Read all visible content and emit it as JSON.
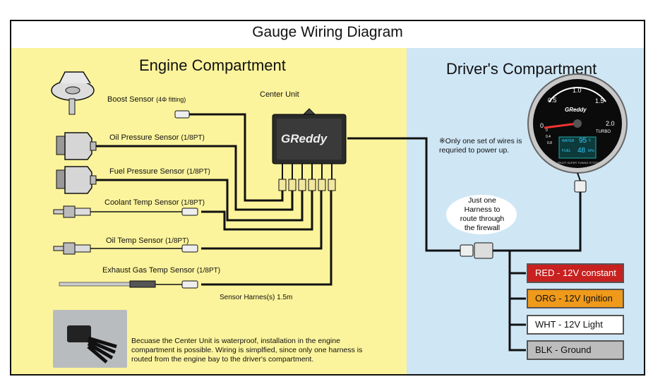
{
  "title": "Gauge Wiring Diagram",
  "engine": {
    "heading": "Engine Compartment",
    "center_unit": "Center Unit",
    "logo": "GReddy",
    "sensors": [
      {
        "name": "Boost Sensor",
        "spec": "(4Φ fitting)"
      },
      {
        "name": "Oil Pressure Sensor",
        "spec": "(1/8PT)"
      },
      {
        "name": "Fuel Pressure Sensor",
        "spec": "(1/8PT)"
      },
      {
        "name": "Coolant Temp Sensor",
        "spec": "(1/8PT)"
      },
      {
        "name": "Oil Temp Sensor",
        "spec": "(1/8PT)"
      },
      {
        "name": "Exhaust Gas Temp Sensor",
        "spec": "(1/8PT)"
      }
    ],
    "harness_label": "Sensor Harnes(s) 1.5m",
    "note": "Becuase the Center Unit is waterproof, installation in the engine compartment is possible.  Wiring is simplfied, since only one harness is routed from the engine bay to the driver's compartment."
  },
  "driver": {
    "heading": "Driver's Compartment",
    "gauge": {
      "ticks": [
        "0",
        "0.5",
        "1.0",
        "1.5",
        "2.0"
      ],
      "logo": "GReddy",
      "turbo": "TURBO",
      "readout1": "95",
      "readout1_unit": "c",
      "readout1_label": "WATER",
      "readout2": "48",
      "readout2_unit": "kPa",
      "readout2_label": "FUEL",
      "footer": "TRUST SUPER TUNING SYSTEMS",
      "left_ticks": [
        "0",
        "0.4",
        "0.8"
      ]
    },
    "wire_note": "※Only one set of wires is requried to power up.",
    "bubble": "Just one Harness to route through the firewall",
    "power": [
      {
        "label": "RED - 12V constant",
        "color": "#c8211f",
        "text_color": "#ffffff"
      },
      {
        "label": "ORG - 12V Ignition",
        "color": "#ef9a1a",
        "text_color": "#111111"
      },
      {
        "label": "WHT - 12V Light",
        "color": "#ffffff",
        "text_color": "#111111"
      },
      {
        "label": "BLK  - Ground",
        "color": "#bdbdbd",
        "text_color": "#111111"
      }
    ]
  }
}
